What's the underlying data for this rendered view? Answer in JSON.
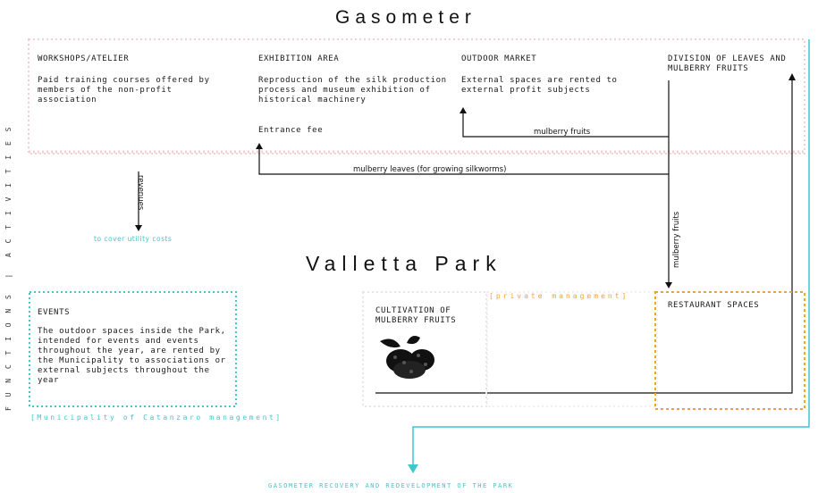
{
  "top_title": "Gasometer",
  "park_title": "Valletta Park",
  "side_label": "F U N C T I O N S  |  A C T I V I T I E S",
  "workshops": {
    "title": "WORKSHOPS/ATELIER",
    "desc": "Paid training courses offered by members of the non-profit association"
  },
  "exhibition": {
    "title": "EXHIBITION AREA",
    "desc": "Reproduction of the silk production process and museum exhibition of historical machinery",
    "fee": "Entrance fee"
  },
  "market": {
    "title": "OUTDOOR MARKET",
    "desc": "External spaces are rented to external profit subjects"
  },
  "division": {
    "title": "DIVISION OF LEAVES AND MULBERRY FRUITS"
  },
  "arrows": {
    "mulberry_fruits_top": "mulberry fruits",
    "mulberry_leaves": "mulberry leaves (for growing silkworms)",
    "revenues": "revenues",
    "mulberry_fruits_vertical": "mulberry fruits"
  },
  "utility_costs": "to cover utility costs",
  "events": {
    "title": "EVENTS",
    "desc": "The outdoor spaces inside the Park, intended for events and events throughout the year, are rented by the Municipality to associations or external subjects throughout the year"
  },
  "cultivation": {
    "title": "CULTIVATION OF MULBERRY FRUITS"
  },
  "restaurant": {
    "title": "RESTAURANT SPACES"
  },
  "municipality_mgmt": "[Municipality of Catanzaro management]",
  "private_mgmt": "[private management]",
  "bottom_label": "GASOMETER RECOVERY AND REDEVELOPMENT OF THE PARK",
  "colors": {
    "teal": "#3fc7c9",
    "orange": "#f0a330",
    "pink": "#f3b9b9"
  }
}
